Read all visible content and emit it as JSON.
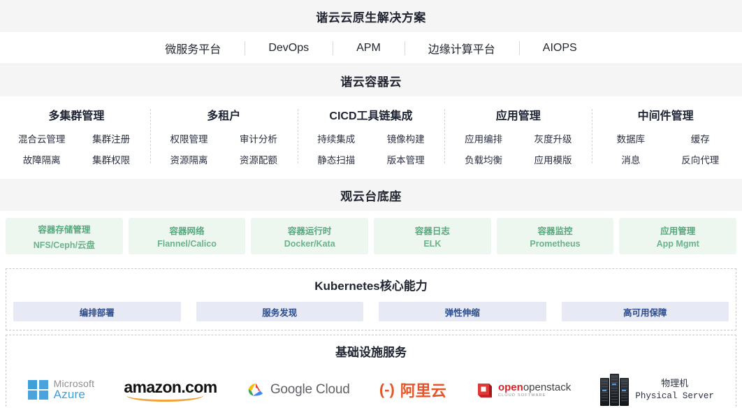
{
  "solution": {
    "title": "谐云云原生解决方案",
    "platforms": [
      "微服务平台",
      "DevOps",
      "APM",
      "边缘计算平台",
      "AIOPS"
    ]
  },
  "container_cloud": {
    "title": "谐云容器云",
    "columns": [
      {
        "title": "多集群管理",
        "items": [
          "混合云管理",
          "集群注册",
          "故障隔离",
          "集群权限"
        ]
      },
      {
        "title": "多租户",
        "items": [
          "权限管理",
          "审计分析",
          "资源隔离",
          "资源配额"
        ]
      },
      {
        "title": "CICD工具链集成",
        "items": [
          "持续集成",
          "镜像构建",
          "静态扫描",
          "版本管理"
        ]
      },
      {
        "title": "应用管理",
        "items": [
          "应用编排",
          "灰度升级",
          "负载均衡",
          "应用模版"
        ]
      },
      {
        "title": "中间件管理",
        "items": [
          "数据库",
          "缓存",
          "消息",
          "反向代理"
        ]
      }
    ]
  },
  "base_platform": {
    "title": "观云台底座",
    "cards": [
      {
        "cn": "容器存储管理",
        "en": "NFS/Ceph/云盘"
      },
      {
        "cn": "容器网络",
        "en": "Flannel/Calico"
      },
      {
        "cn": "容器运行时",
        "en": "Docker/Kata"
      },
      {
        "cn": "容器日志",
        "en": "ELK"
      },
      {
        "cn": "容器监控",
        "en": "Prometheus"
      },
      {
        "cn": "应用管理",
        "en": "App Mgmt"
      }
    ]
  },
  "kubernetes": {
    "title": "Kubernetes核心能力",
    "cards": [
      "编排部署",
      "服务发现",
      "弹性伸缩",
      "高可用保障"
    ]
  },
  "infrastructure": {
    "title": "基础设施服务",
    "logos": [
      {
        "name": "microsoft-azure",
        "line1": "Microsoft",
        "line2": "Azure"
      },
      {
        "name": "amazon",
        "line1": "amazon",
        "line2": ".com"
      },
      {
        "name": "google-cloud",
        "line1": "Google",
        "line2": "Cloud"
      },
      {
        "name": "alibaba-cloud",
        "line1": "(-)",
        "line2": "阿里云"
      },
      {
        "name": "openstack",
        "line1": "openstack",
        "line2": "CLOUD SOFTWARE"
      },
      {
        "name": "physical-server",
        "line1": "物理机",
        "line2": "Physical Server"
      }
    ]
  },
  "colors": {
    "band_bg": "#f5f5f5",
    "green_card_bg": "#eef6f0",
    "green_card_text": "#57a77c",
    "k8s_card_bg": "#e7e9f5",
    "k8s_card_text": "#2a4b8d",
    "text_dark": "#2b3042",
    "azure_blue": "#3f9fd8",
    "amazon_orange": "#f0a33a",
    "aliyun_orange": "#e4562a",
    "openstack_red": "#da2128"
  }
}
